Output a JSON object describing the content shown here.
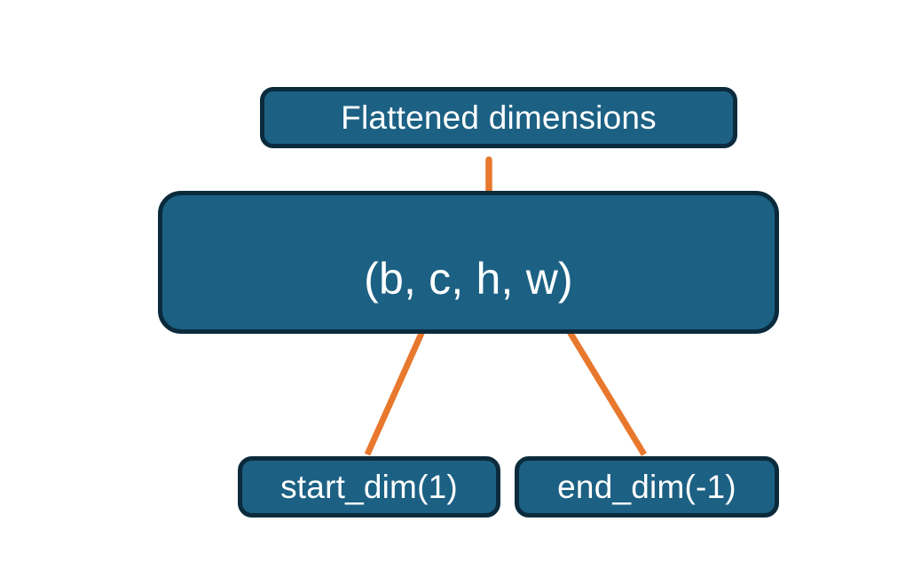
{
  "diagram": {
    "title": "PyTorch flatten start_dim / end_dim annotation diagram",
    "colors": {
      "box_fill": "#1C6184",
      "box_border": "#0B2B3D",
      "box_text": "#FFFFFF",
      "annotation_orange": "#E8782D",
      "background": "#FFFFFF"
    },
    "nodes": {
      "flattened": {
        "label": "Flattened dimensions",
        "role": "caption-box"
      },
      "shape": {
        "label": "(b, c, h, w)",
        "role": "tensor-shape-box",
        "dims": [
          "b",
          "c",
          "h",
          "w"
        ]
      },
      "start_dim": {
        "label": "start_dim(1)",
        "role": "argument-box",
        "value": 1
      },
      "end_dim": {
        "label": "end_dim(-1)",
        "role": "argument-box",
        "value": -1
      }
    },
    "annotations": {
      "brace": {
        "name": "curly-brace",
        "spans_dims": [
          "c",
          "w"
        ],
        "points_to": "flattened"
      },
      "arrow_start": {
        "name": "arrow-start-dim",
        "from": "start_dim",
        "to_dim": "c"
      },
      "arrow_end": {
        "name": "arrow-end-dim",
        "from": "end_dim",
        "to_dim": "w"
      }
    }
  }
}
